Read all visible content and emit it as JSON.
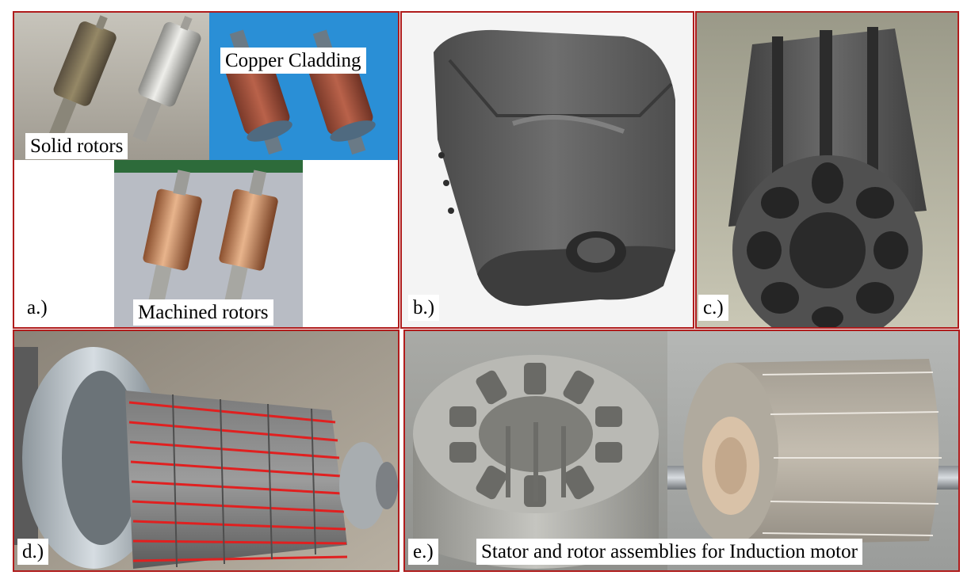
{
  "panels": {
    "a": {
      "tag": "a.)",
      "solid_caption": "Solid rotors",
      "copper_caption": "Copper Cladding",
      "machined_caption": "Machined rotors"
    },
    "b": {
      "tag": "b.)"
    },
    "c": {
      "tag": "c.)"
    },
    "d": {
      "tag": "d.)"
    },
    "e": {
      "tag": "e.)",
      "caption": "Stator and rotor assemblies for Induction motor"
    }
  },
  "colors": {
    "panel_border": "#b01c1c",
    "copper_bg": "#2a8fd6",
    "metal_grey": "#5e5e5e",
    "copper": "#c9825a",
    "red_wire": "#e02020"
  }
}
